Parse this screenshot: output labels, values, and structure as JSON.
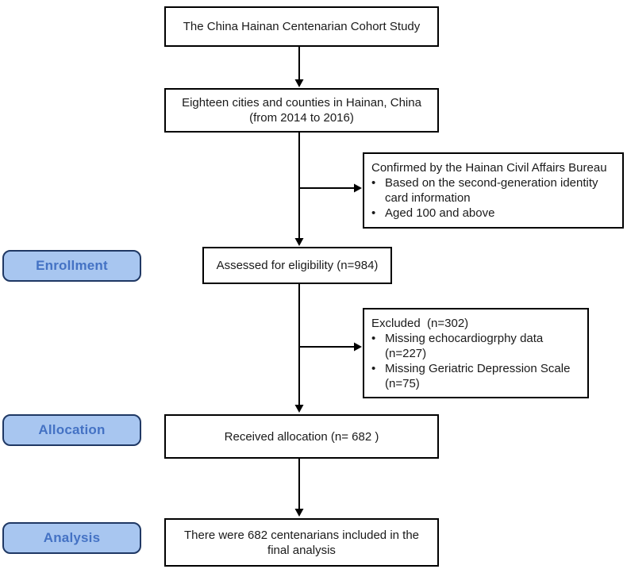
{
  "diagram": {
    "boxes": {
      "title": {
        "text": "The China Hainan Centenarian Cohort Study"
      },
      "region": {
        "lines": [
          "Eighteen cities and counties in Hainan, China",
          "(from 2014 to 2016)"
        ]
      },
      "confirmed": {
        "title": "Confirmed by the Hainan Civil Affairs Bureau",
        "bullets": [
          {
            "lines": [
              "Based on the second-generation identity",
              "card information"
            ]
          },
          {
            "lines": [
              "Aged 100 and above"
            ]
          }
        ]
      },
      "assessed": {
        "text": "Assessed for eligibility (n=984)"
      },
      "excluded": {
        "title": "Excluded  (n=302)",
        "bullets": [
          {
            "lines": [
              "Missing echocardiogrphy data",
              "(n=227)"
            ]
          },
          {
            "lines": [
              "Missing Geriatric Depression Scale",
              "(n=75)"
            ]
          }
        ]
      },
      "allocation": {
        "text": "Received allocation (n= 682 )"
      },
      "analysis": {
        "lines": [
          "There were 682 centenarians included in the",
          "final analysis"
        ]
      }
    },
    "stage_labels": [
      {
        "id": "enrollment",
        "label": "Enrollment"
      },
      {
        "id": "allocation",
        "label": "Allocation"
      },
      {
        "id": "analysis",
        "label": "Analysis"
      }
    ],
    "bullet_glyph": "•",
    "colors": {
      "background": "#FFFFFF",
      "stage_fill": "#A8C6F0",
      "stage_border": "#1F3864",
      "stage_text": "#4472C4",
      "box_border": "#000000",
      "arrow": "#000000",
      "text": "#1A1A1A"
    }
  }
}
